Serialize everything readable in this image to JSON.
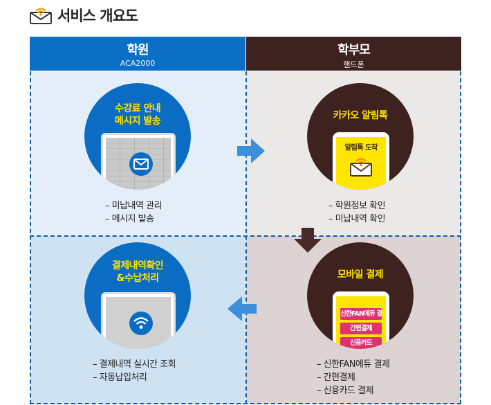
{
  "title": "서비스 개요도",
  "columns": {
    "left": {
      "title": "학원",
      "subtitle": "ACA2000"
    },
    "right": {
      "title": "학부모",
      "subtitle": "핸드폰"
    }
  },
  "steps": {
    "top_left": {
      "title_line1": "수강료 안내",
      "title_line2": "메시지 발송",
      "items": [
        "– 미납내역 관리",
        "– 메시지 발송"
      ]
    },
    "top_right": {
      "title": "카카오 알림톡",
      "screen_label": "알림톡 도착",
      "items": [
        "– 학원정보 확인",
        "– 미납내역 확인"
      ]
    },
    "bottom_right": {
      "title": "모바일 결제",
      "screen_options": [
        "신한FAN에듀 결제",
        "간편결제",
        "신용카드"
      ],
      "items": [
        "– 신한FAN에듀 결제",
        "– 간편결제",
        "– 신용카드 결제"
      ]
    },
    "bottom_left": {
      "title_line1": "결제내역확인",
      "title_line2": "&수납처리",
      "items": [
        "– 결제내역 실시간 조회",
        "– 자동납입처리"
      ]
    }
  },
  "icons": {
    "title": "envelope-wifi-icon",
    "top_left": "envelope-icon",
    "top_right": "envelope-wifi-icon",
    "bottom_left": "wifi-icon"
  },
  "colors": {
    "academy_blue": "#0b6fc6",
    "parent_brown": "#3d2220",
    "highlight_yellow": "#ffe400",
    "arrow_blue": "#3b8fdb",
    "arrow_brown": "#4a2a28",
    "payment_pink": "#e0326e"
  }
}
